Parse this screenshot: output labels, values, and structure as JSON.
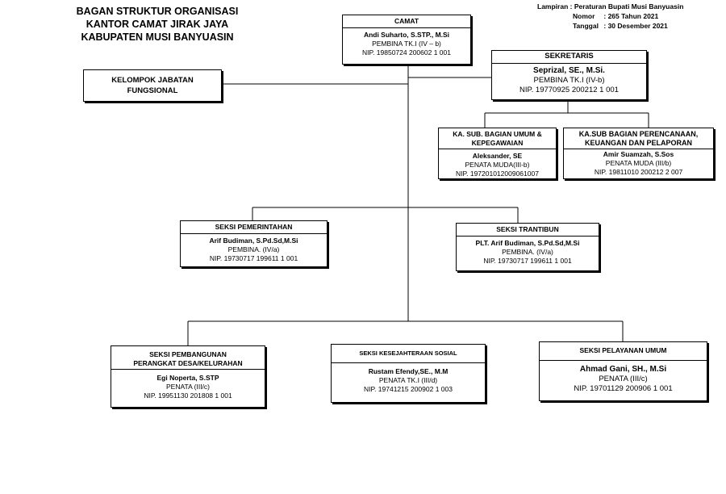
{
  "title": {
    "line1": "BAGAN STRUKTUR ORGANISASI",
    "line2": "KANTOR CAMAT JIRAK JAYA",
    "line3": "KABUPATEN MUSI  BANYUASIN"
  },
  "lampiran": {
    "row1_label": "Lampiran :",
    "row1_value": "Peraturan Bupati Musi Banyuasin",
    "row2_label": "Nomor",
    "row2_value": ":  265 Tahun 2021",
    "row3_label": "Tanggal",
    "row3_value": ":   30 Desember 2021"
  },
  "camat": {
    "header": "CAMAT",
    "name": "Andi Suharto, S.STP., M.Si",
    "rank": "PEMBINA TK.I (IV – b)",
    "nip": "NIP. 19850724 200602 1 001"
  },
  "kelompok": {
    "line1": "KELOMPOK JABATAN",
    "line2": "FUNGSIONAL"
  },
  "sekretaris": {
    "header": "SEKRETARIS",
    "name": "Seprizal, SE., M.Si.",
    "rank": "PEMBINA TK.I (IV-b)",
    "nip": "NIP. 19770925 200212 1 001"
  },
  "kasubag_umum": {
    "header1": "KA. SUB. BAGIAN UMUM &",
    "header2": "KEPEGAWAIAN",
    "name": "Aleksander, SE",
    "rank": "PENATA MUDA(III-b)",
    "nip": "NIP. 197201012009061007"
  },
  "kasubag_perencanaan": {
    "header1": "KA.SUB BAGIAN PERENCANAAN,",
    "header2": "KEUANGAN DAN PELAPORAN",
    "name": "Amir Suamzah, S.Sos",
    "rank": "PENATA MUDA  (III/b)",
    "nip": "NIP. 19811010 200212 2 007"
  },
  "seksi_pemerintahan": {
    "header": "SEKSI PEMERINTAHAN",
    "name": "Arif Budiman, S.Pd.Sd,M.Si",
    "rank": "PEMBINA. (IV/a)",
    "nip": "NIP. 19730717 199611 1 001"
  },
  "seksi_trantibun": {
    "header": "SEKSI TRANTIBUN",
    "name": "PLT. Arif Budiman, S.Pd.Sd,M.Si",
    "rank": "PEMBINA. (IV/a)",
    "nip": "NIP. 19730717 199611 1 001"
  },
  "seksi_pembangunan": {
    "header1": "SEKSI PEMBANGUNAN",
    "header2": "PERANGKAT DESA/KELURAHAN",
    "name": "Egi Noperta, S.STP",
    "rank": "PENATA (III/c)",
    "nip": "NIP. 19951130 201808 1 001"
  },
  "seksi_kesejahteraan": {
    "header": "SEKSI KESEJAHTERAAN SOSIAL",
    "name": "Rustam Efendy,SE., M.M",
    "rank": "PENATA TK.I  (III/d)",
    "nip": "NIP. 19741215 200902 1 003"
  },
  "seksi_pelayanan": {
    "header": "SEKSI PELAYANAN UMUM",
    "name": "Ahmad Gani, SH., M.Si",
    "rank": "PENATA  (III/c)",
    "nip": "NIP. 19701129 200906 1 001"
  }
}
